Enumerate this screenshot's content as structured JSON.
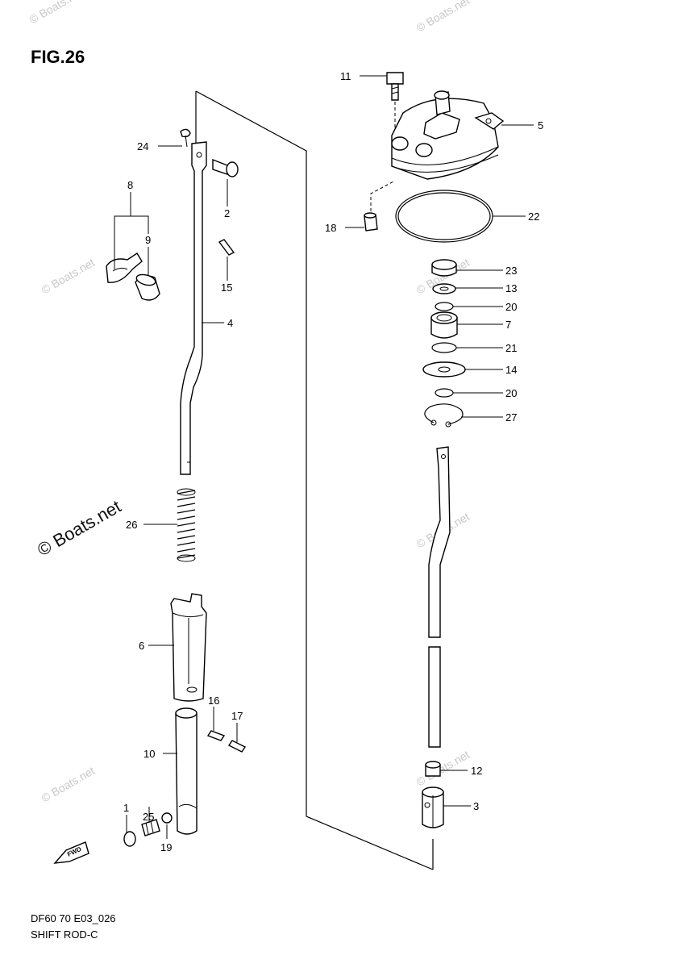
{
  "figure_title": "FIG.26",
  "footer": {
    "model_code": "DF60 70 E03_026",
    "section_name": "SHIFT ROD-C"
  },
  "fwd_badge": "FWD",
  "watermark_text": "© Boats.net",
  "callouts": {
    "c1": "1",
    "c2": "2",
    "c3": "3",
    "c4": "4",
    "c5": "5",
    "c6": "6",
    "c7": "7",
    "c8": "8",
    "c9": "9",
    "c10": "10",
    "c11": "11",
    "c12": "12",
    "c13": "13",
    "c14": "14",
    "c15": "15",
    "c16": "16",
    "c17": "17",
    "c18": "18",
    "c19": "19",
    "c20a": "20",
    "c20b": "20",
    "c21": "21",
    "c22": "22",
    "c23": "23",
    "c24": "24",
    "c25": "25",
    "c26": "26",
    "c27": "27"
  },
  "colors": {
    "ink": "#000000",
    "watermark": "#c8c8c8",
    "background": "#ffffff"
  }
}
